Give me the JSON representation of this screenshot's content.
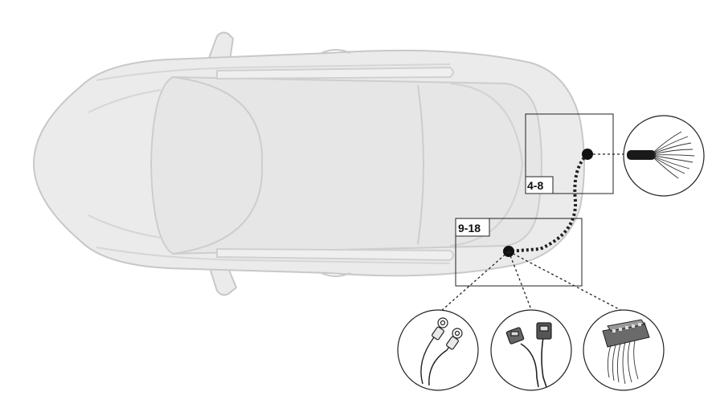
{
  "diagram": {
    "callouts": [
      {
        "id": "rear",
        "label": "4-8"
      },
      {
        "id": "side",
        "label": "9-18"
      }
    ],
    "detail_views": [
      {
        "id": "wire-bundle",
        "icon": "wire-bundle-icon"
      },
      {
        "id": "ring-terminals",
        "icon": "ring-terminal-icon"
      },
      {
        "id": "plug-connectors",
        "icon": "plug-connector-icon"
      },
      {
        "id": "multi-pin-connector",
        "icon": "multi-pin-connector-icon"
      }
    ],
    "colors": {
      "car_fill": "#ebebeb",
      "car_stroke": "#c8c8c8",
      "line": "#222222",
      "dot": "#111111"
    }
  }
}
